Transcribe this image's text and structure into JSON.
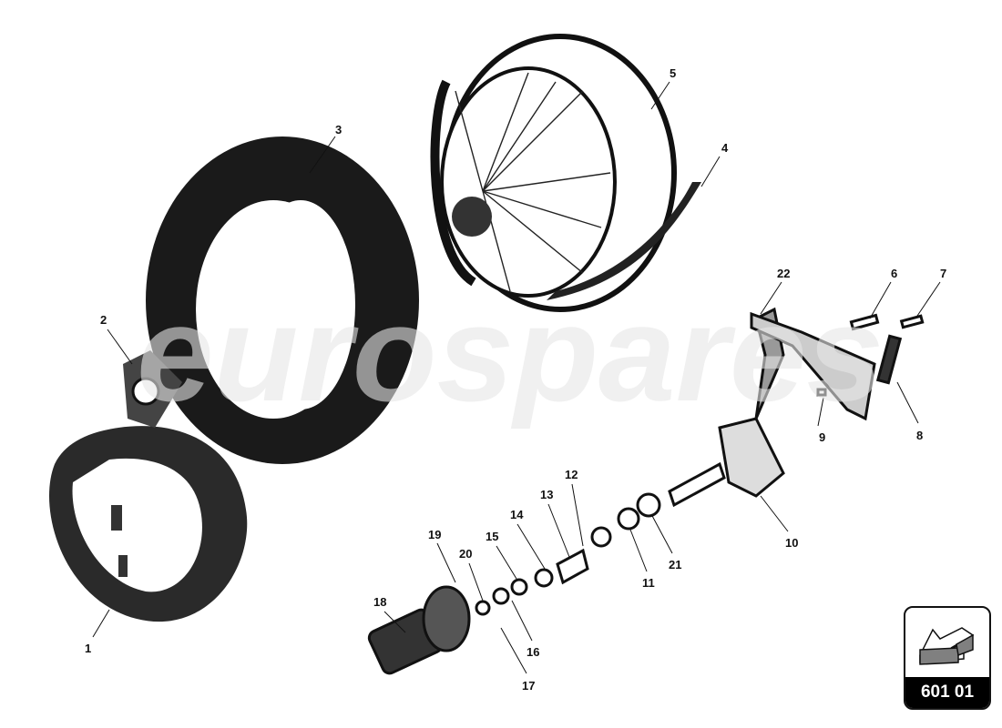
{
  "watermark": "eurospares",
  "callouts": [
    "1",
    "2",
    "3",
    "4",
    "5",
    "6",
    "7",
    "8",
    "9",
    "10",
    "11",
    "12",
    "13",
    "14",
    "15",
    "16",
    "17",
    "18",
    "19",
    "20",
    "21",
    "22"
  ],
  "badge": {
    "code": "601 01",
    "icon": "arrow-icon"
  },
  "colors": {
    "ink": "#111111",
    "watermark": "#e6e6e6",
    "badge_gray": "#808080"
  }
}
